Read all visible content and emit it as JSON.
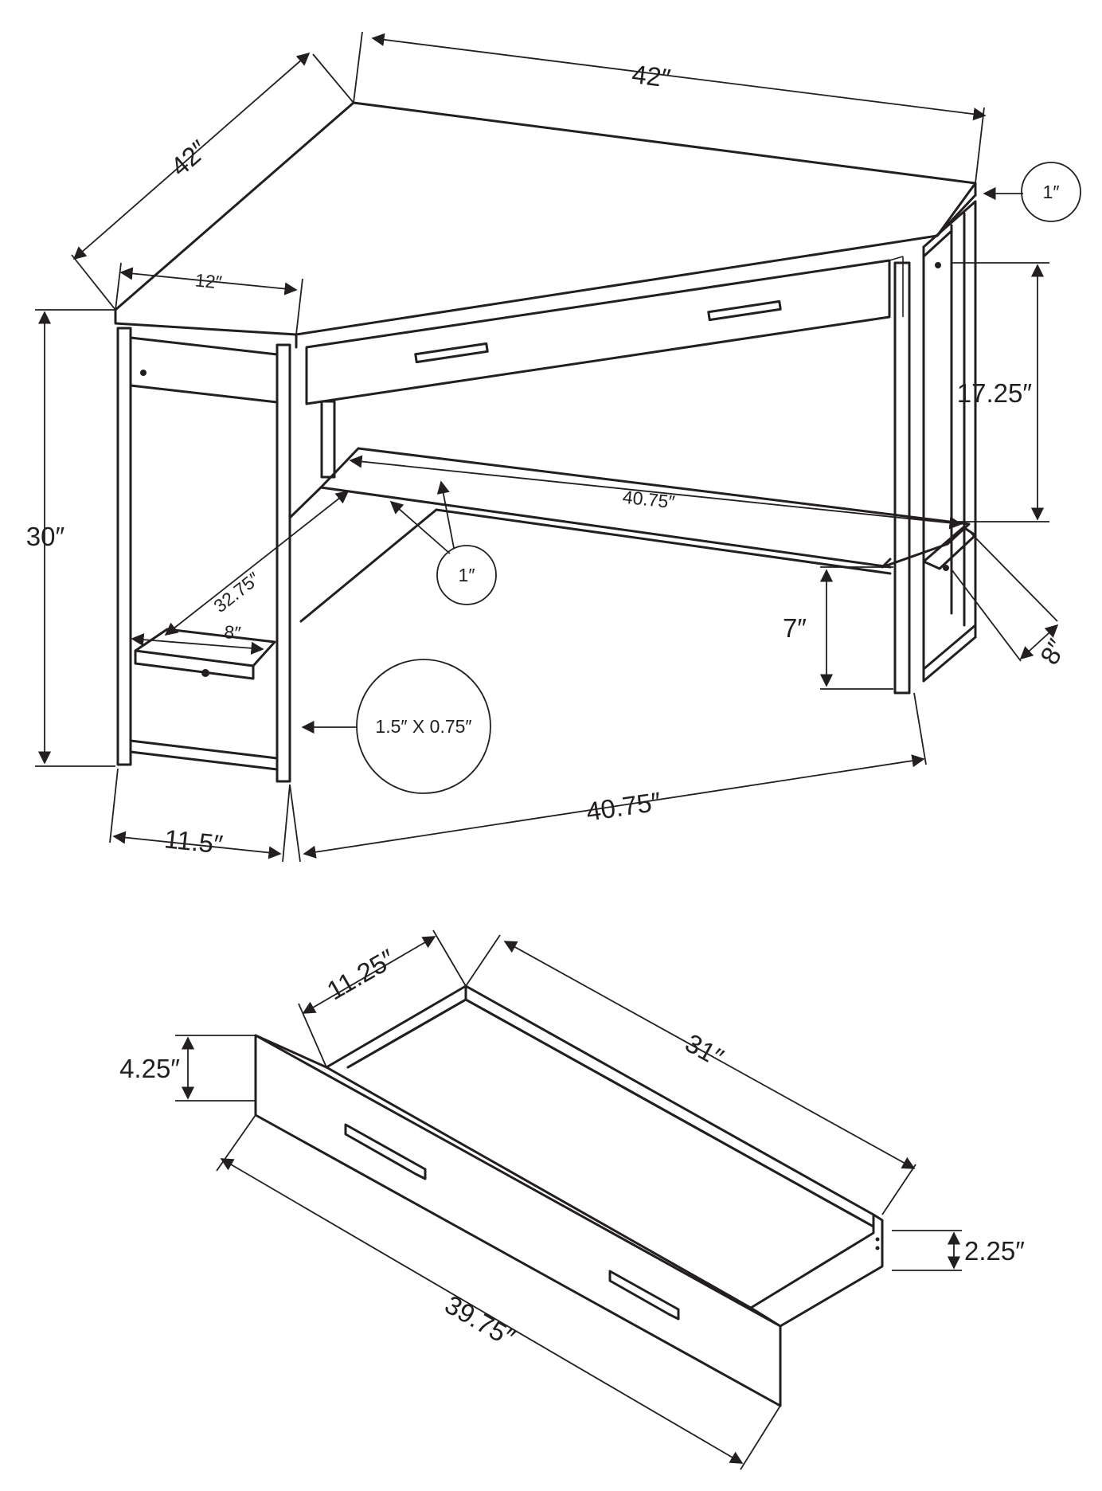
{
  "desk": {
    "width_top": "42″",
    "depth_side": "42″",
    "corner_edge": "12″",
    "top_thickness": "1″",
    "height_total": "30″",
    "apron_drop": "17.25″",
    "shelf_span": "40.75″",
    "shelf_diag": "32.75″",
    "shelf_depth_left": "8″",
    "shelf_thickness": "1″",
    "shelf_height": "7″",
    "shelf_depth_right": "8″",
    "leg_section": "1.5″ X 0.75″",
    "leg_depth": "11.5″",
    "front_width": "40.75″"
  },
  "drawer": {
    "depth": "11.25″",
    "inner_length": "31″",
    "front_height": "4.25″",
    "side_height": "2.25″",
    "front_length": "39.75″"
  }
}
